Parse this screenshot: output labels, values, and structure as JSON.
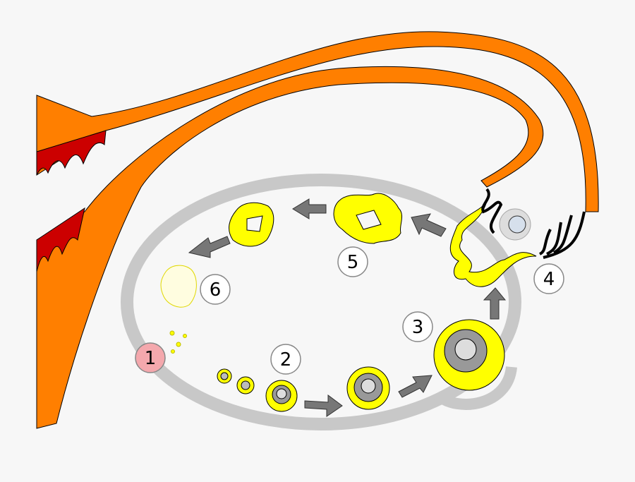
{
  "labels": {
    "s1": "1",
    "s2": "2",
    "s3": "3",
    "s4": "4",
    "s5": "5",
    "s6": "6"
  },
  "colors": {
    "background": "#f7f7f7",
    "tube": "#ff7f00",
    "endometrium": "#cc0000",
    "ovary": "#c8c8c8",
    "follicle": "#ffff00",
    "arrow": "#777777",
    "stage1_fill": "#f4a8ad"
  }
}
